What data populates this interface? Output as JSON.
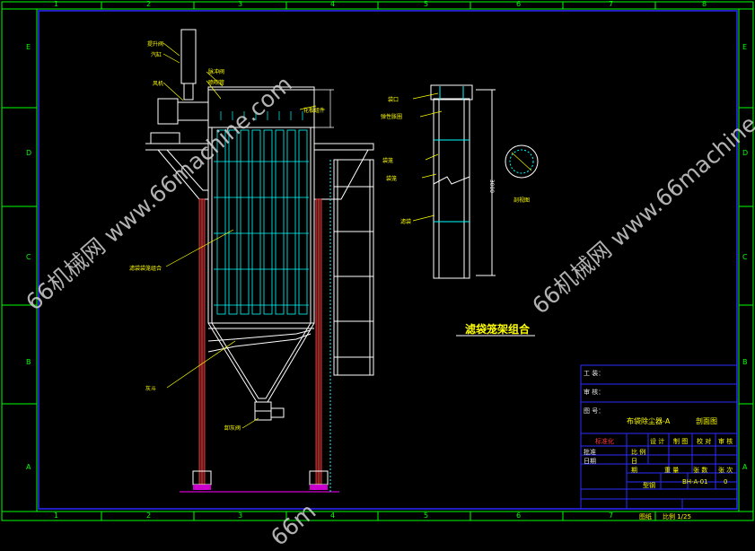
{
  "grid": {
    "cols": [
      "1",
      "2",
      "3",
      "4",
      "5",
      "6",
      "7",
      "8"
    ],
    "rows": [
      "E",
      "D",
      "C",
      "B",
      "A"
    ]
  },
  "watermarks": {
    "upper": "66机械网 www.66machine.com",
    "right": "66机械网 www.66machine",
    "bottom": "66m"
  },
  "colors": {
    "border": "#00ff00",
    "structure": "#ffffff",
    "cyan": "#00ffff",
    "frame_blue": "#2b2bff",
    "leader": "#ffff00",
    "steel_red": "#cc2222",
    "base_magenta": "#ff00ff"
  },
  "callouts": {
    "top_left_a": "提升阀",
    "top_left_b": "汽缸",
    "fan": "风机",
    "valve": "脉冲阀",
    "header": "喷吹管",
    "bag_cage": "滤袋袋笼组合",
    "cone": "灰斗",
    "discharge": "卸灰阀",
    "top_right": "花板组件"
  },
  "detail_labels": {
    "l1": "袋口",
    "l2": "弹性胀圈",
    "l3": "袋笼",
    "l4": "袋笼",
    "l5": "滤袋",
    "dim": "3000",
    "section": "剖视图"
  },
  "sheet_title": "滤袋笼架组合",
  "title_block": {
    "row1": "工 装：",
    "row2": "审 核：",
    "row3": "图 号：",
    "name": "布袋除尘器-A",
    "view": "剖面图",
    "h_design": "设 计",
    "h_draw": "制 图",
    "h_check": "校 对",
    "h_approve": "审 核",
    "left1": "标准化",
    "left2": "批准",
    "left3": "日期",
    "f1": "比 例",
    "f2": "日",
    "f3": "期",
    "f4": "重 量",
    "f5": "张 数",
    "f6": "张 次",
    "code": "BH-A-01",
    "sheets": "0",
    "mat": "型钢",
    "footer_a": "图纸",
    "footer_b": "比例 1/25"
  }
}
